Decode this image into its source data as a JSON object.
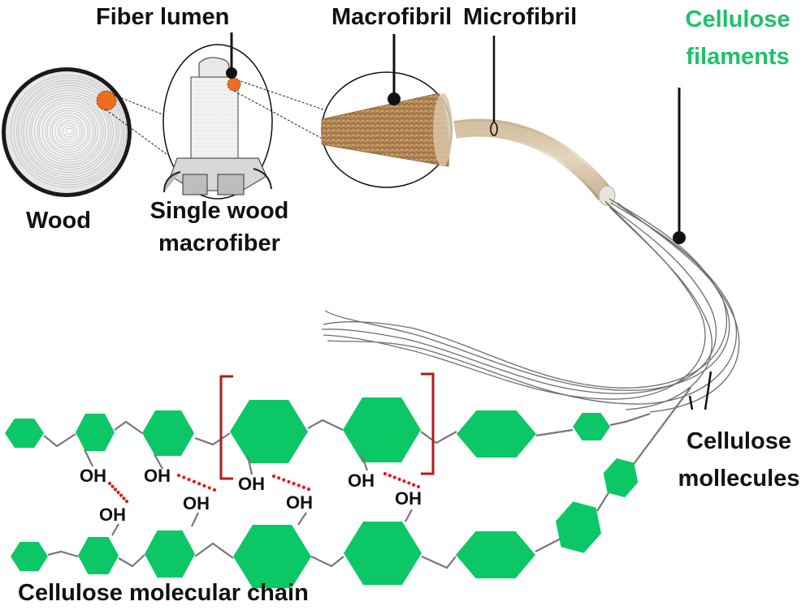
{
  "title": "Hierarchical structure of wood to cellulose molecular chain",
  "labels": {
    "wood": "Wood",
    "single_fiber_line1": "Single wood",
    "single_fiber_line2": "macrofiber",
    "fiber_lumen": "Fiber lumen",
    "macrofibril": "Macrofibril",
    "microfibril": "Microfibril",
    "cellulose_filaments_line1": "Cellulose",
    "cellulose_filaments_line2": "filaments",
    "cellulose_molecules_line1": "Cellulose",
    "cellulose_molecules_line2": "mollecules",
    "molecular_chain": "Cellulose molecular chain"
  },
  "hydroxyl_groups": {
    "upper": [
      "OH",
      "OH",
      "OH",
      "OH"
    ],
    "lower": [
      "OH",
      "OH",
      "OH",
      "OH"
    ]
  },
  "colors": {
    "glucose_ring": "#0cc765",
    "highlight_label": "#1ec26a",
    "callout_dot": "#ef6c1a",
    "hydrogen_bond": "#e01b1b",
    "bracket": "#b01c1c",
    "macrofibril_fill": "#b88a58",
    "microfibril_fill": "#dcc9ae",
    "text": "#111111"
  }
}
